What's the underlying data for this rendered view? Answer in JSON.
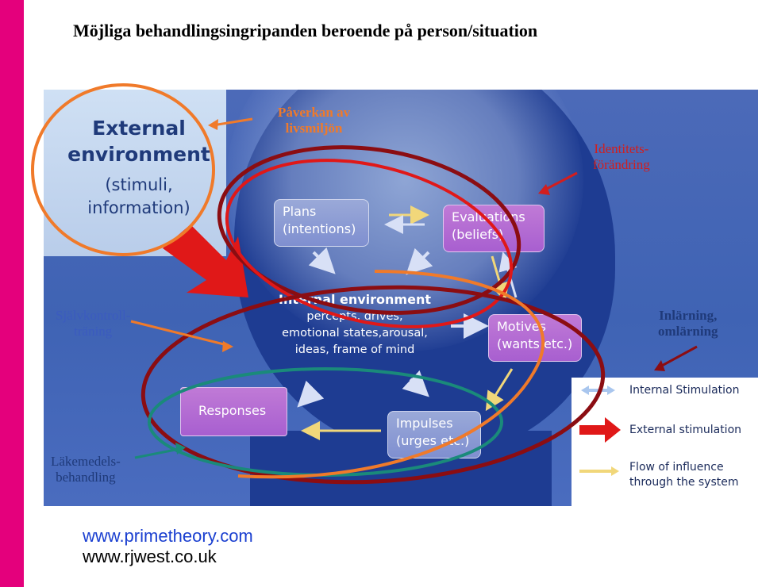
{
  "title": "Möjliga behandlingsingripanden beroende på person/situation",
  "external_environment": {
    "title_line1": "External",
    "title_line2": "environment",
    "sub_line1": "(stimuli,",
    "sub_line2": "information)"
  },
  "nodes": {
    "plans": {
      "line1": "Plans",
      "line2": "(intentions)"
    },
    "evaluations": {
      "line1": "Evaluations",
      "line2": "(beliefs)"
    },
    "internal": {
      "line1": "Internal environment",
      "line2": "percepts, drives,",
      "line3": "emotional states,arousal,",
      "line4": "ideas, frame of mind"
    },
    "motives": {
      "line1": "Motives",
      "line2": "(wants etc.)"
    },
    "responses": {
      "line1": "Responses"
    },
    "impulses": {
      "line1": "Impulses",
      "line2": "(urges etc.)"
    }
  },
  "annotations": {
    "paverkan": {
      "line1": "Påverkan av",
      "line2": "livsmiljön"
    },
    "identitet": {
      "line1": "Identitets-",
      "line2": "förändring"
    },
    "sjalv": {
      "line1": "Självkontroll-",
      "line2": "träning"
    },
    "inlarning": {
      "line1": "Inlärning,",
      "line2": "omlärning"
    },
    "lakemedel": {
      "line1": "Läkemedels-",
      "line2": "behandling"
    }
  },
  "legend": {
    "internal": "Internal Stimulation",
    "external": "External stimulation",
    "flow_line1": "Flow of influence",
    "flow_line2": "through the system"
  },
  "links": {
    "link1": "www.primetheory.com",
    "link2": "www.rjwest.co.uk"
  },
  "colors": {
    "accent_magenta": "#e4007c",
    "orange": "#f07a2a",
    "dark_red": "#8b0d12",
    "teal": "#1a8a7a",
    "link_blue": "#1a3fd0",
    "annot_blue": "#3b5bbf",
    "identitet_red": "#d21e1e",
    "paverkan_orange": "#f07a2a"
  },
  "icons": [
    "external-stimulation-arrow-icon",
    "internal-stimulation-double-arrow-icon",
    "flow-of-influence-arrow-icon"
  ]
}
